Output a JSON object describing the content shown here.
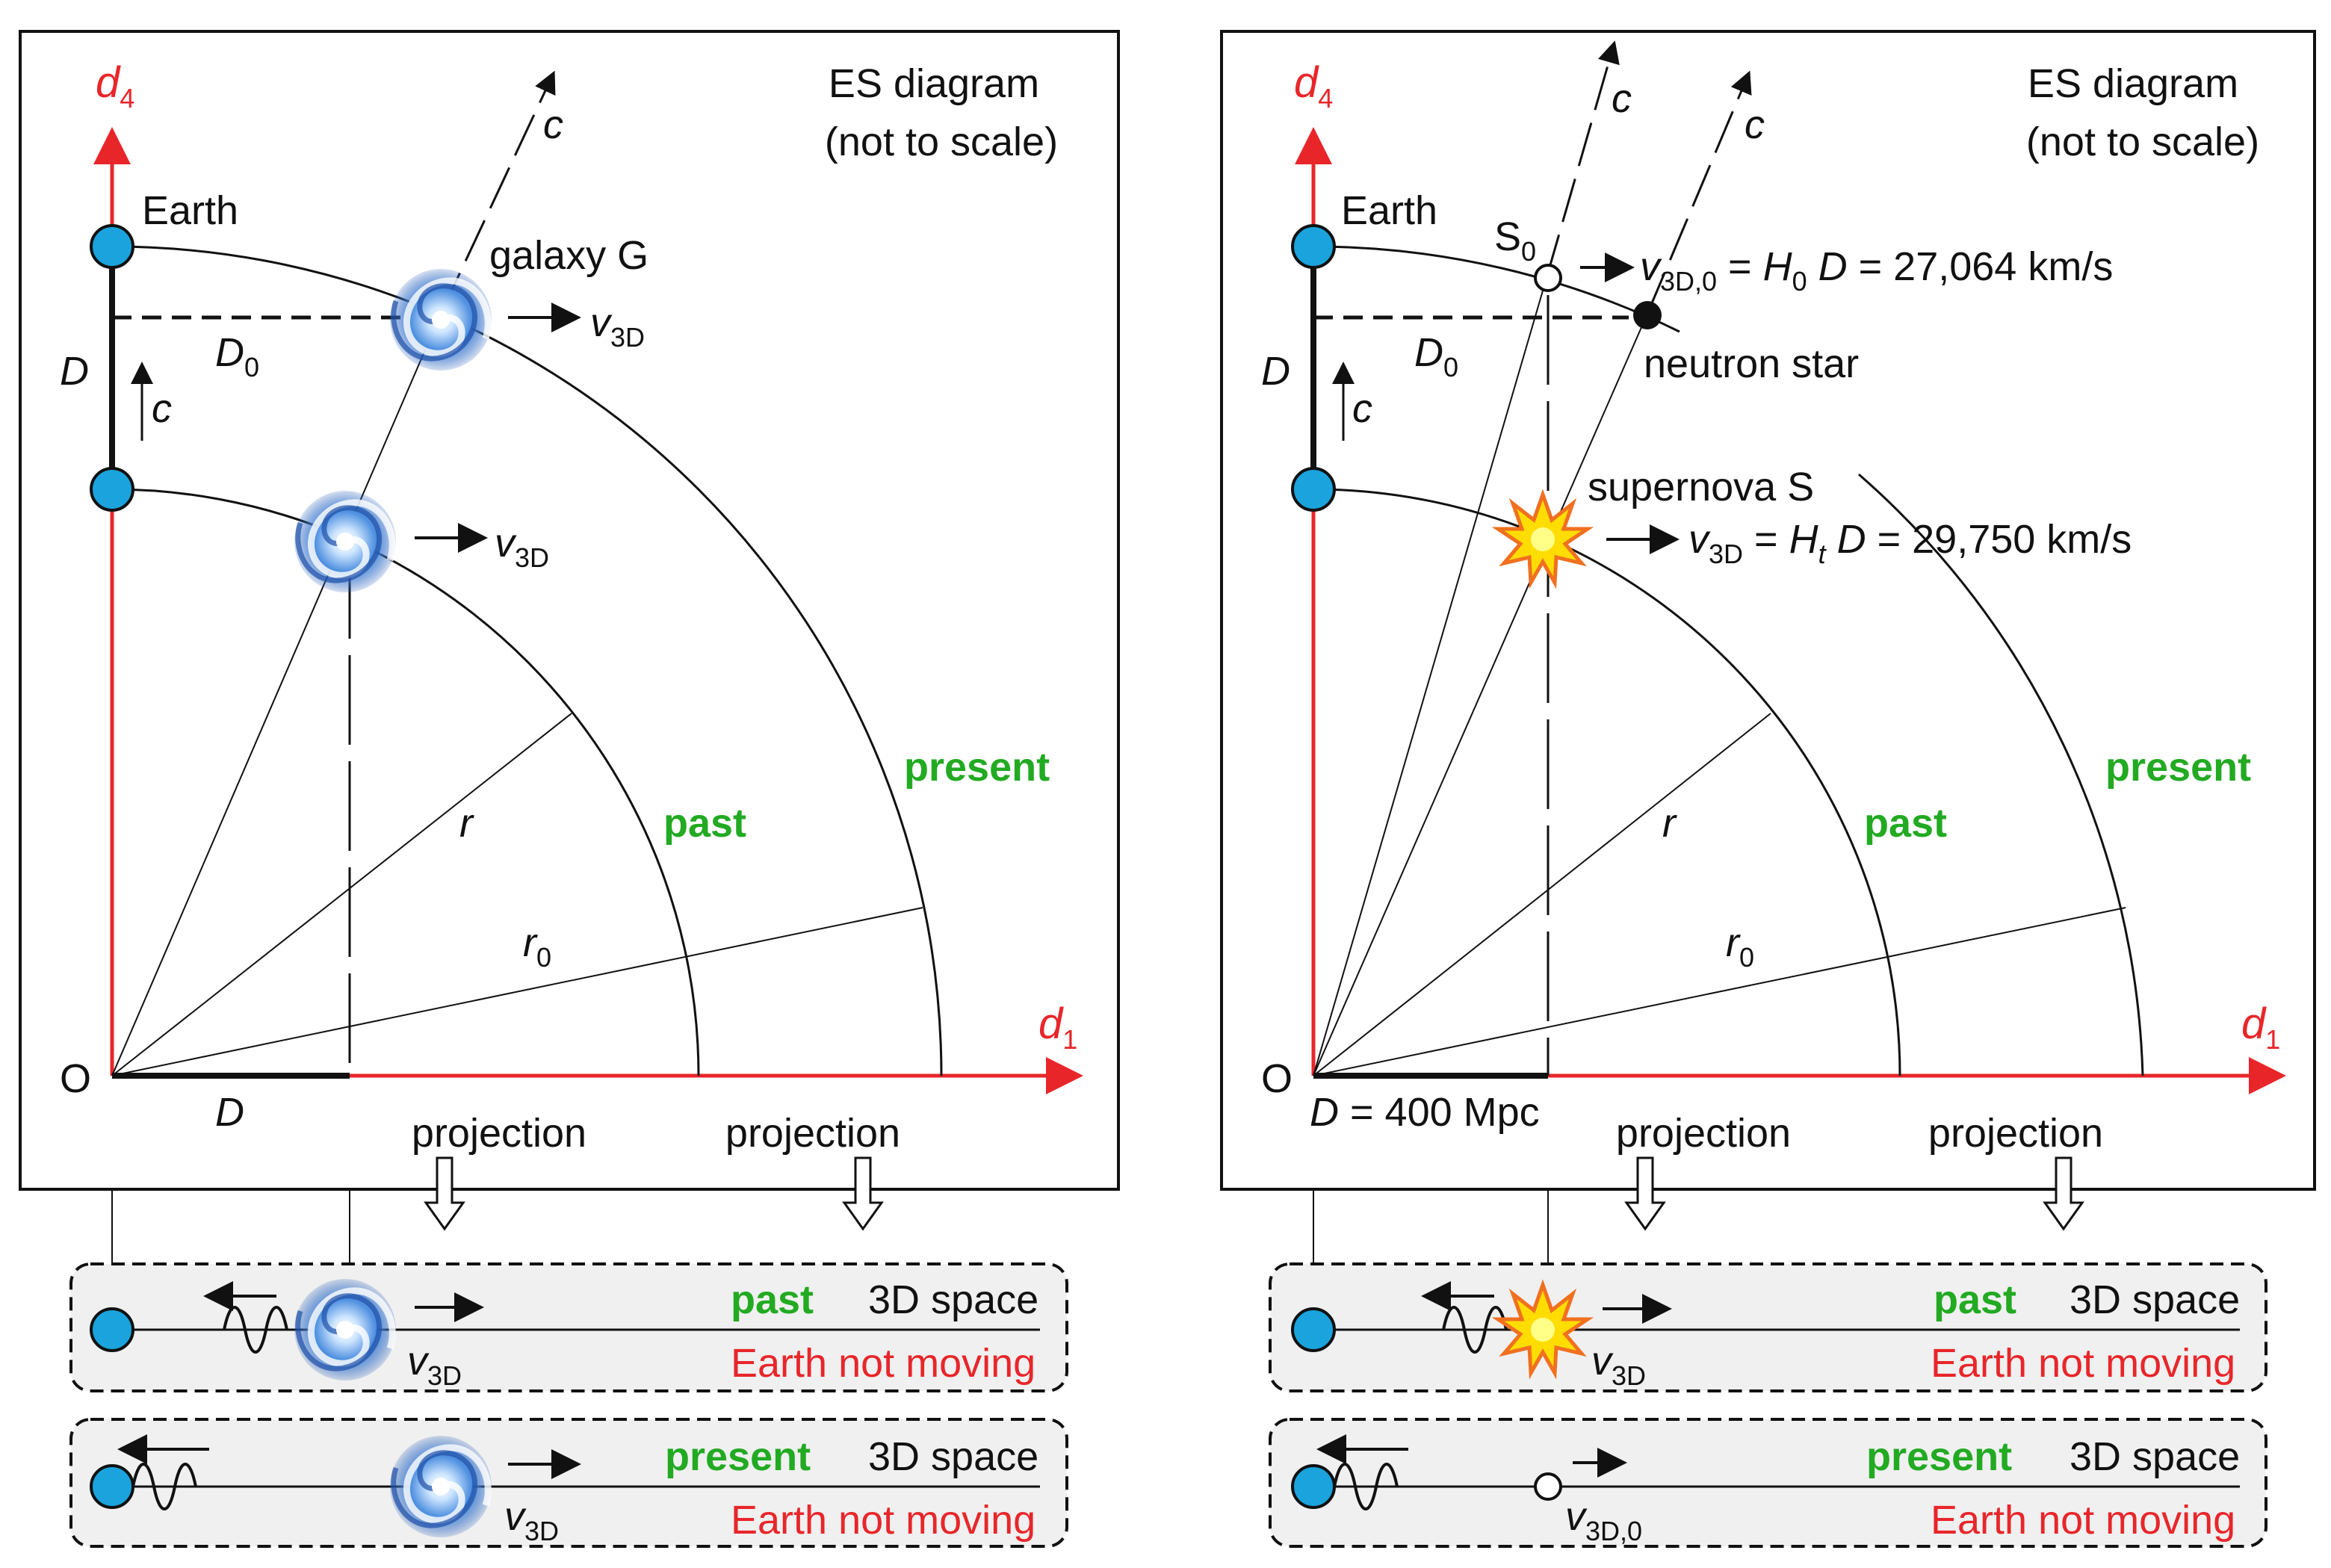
{
  "colors": {
    "axis": "#e8262a",
    "earth": "#1aa3dc",
    "green_text": "#22aa22",
    "red_text": "#e8262a",
    "strip_fill": "#f0f0f0",
    "ink": "#111111"
  },
  "left_panel": {
    "title_line1": "ES diagram",
    "title_line2": "(not to scale)",
    "axis_vertical": "d",
    "axis_vertical_sub": "4",
    "axis_horizontal": "d",
    "axis_horizontal_sub": "1",
    "origin": "O",
    "earth_label": "Earth",
    "galaxy_label": "galaxy G",
    "D_label": "D",
    "D0_main": "D",
    "D0_sub": "0",
    "c_vertical": "c",
    "c_ray": "c",
    "v_main": "v",
    "v_sub": "3D",
    "r_label": "r",
    "r0_main": "r",
    "r0_sub": "0",
    "past": "past",
    "present": "present",
    "D_bottom": "D",
    "projection_1": "projection",
    "projection_2": "projection",
    "strip_past": {
      "time": "past",
      "space": "3D space",
      "earth_status": "Earth not moving",
      "v_main": "v",
      "v_sub": "3D"
    },
    "strip_present": {
      "time": "present",
      "space": "3D space",
      "earth_status": "Earth not moving",
      "v_main": "v",
      "v_sub": "3D"
    }
  },
  "right_panel": {
    "title_line1": "ES diagram",
    "title_line2": "(not to scale)",
    "axis_vertical": "d",
    "axis_vertical_sub": "4",
    "axis_horizontal": "d",
    "axis_horizontal_sub": "1",
    "origin": "O",
    "earth_label": "Earth",
    "S0_main": "S",
    "S0_sub": "0",
    "neutron_star": "neutron star",
    "supernova": "supernova S",
    "v0_main": "v",
    "v0_sub": "3D,0",
    "v0_eq_a": " = ",
    "v0_H": "H",
    "v0_H_sub": "0",
    "v0_D": " D",
    "v0_value": " = 27,064 km/s",
    "vt_main": "v",
    "vt_sub": "3D",
    "vt_eq_a": " = ",
    "vt_H": "H",
    "vt_H_sub": "t",
    "vt_D": " D",
    "vt_value": " = 29,750 km/s",
    "D_label": "D",
    "D0_main": "D",
    "D0_sub": "0",
    "c_vertical": "c",
    "c_ray_1": "c",
    "c_ray_2": "c",
    "r_label": "r",
    "r0_main": "r",
    "r0_sub": "0",
    "past": "past",
    "present": "present",
    "D_bottom": "D",
    "D_bottom_value": " = 400 Mpc",
    "projection_1": "projection",
    "projection_2": "projection",
    "strip_past": {
      "time": "past",
      "space": "3D space",
      "earth_status": "Earth not moving",
      "v_main": "v",
      "v_sub": "3D"
    },
    "strip_present": {
      "time": "present",
      "space": "3D space",
      "earth_status": "Earth not moving",
      "v_main": "v",
      "v_sub": "3D,0"
    }
  }
}
